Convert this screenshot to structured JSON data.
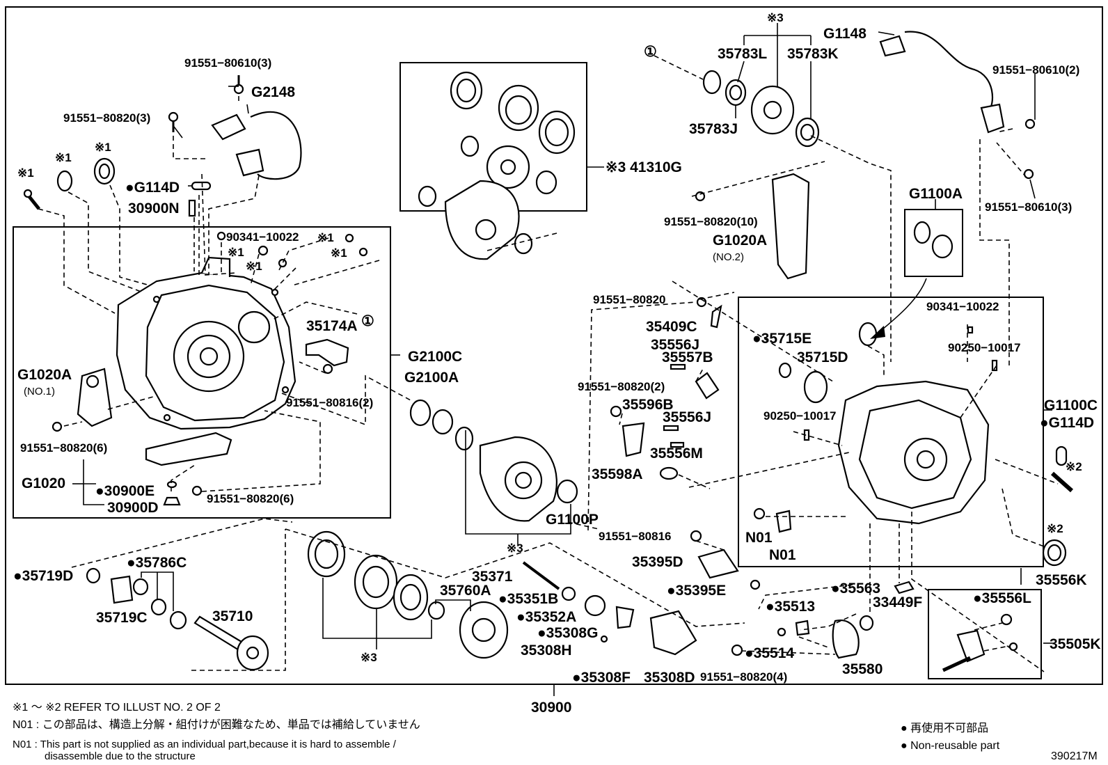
{
  "labels": {
    "l_91551_80610_3_top": "91551−80610(3)",
    "l_g2148": "G2148",
    "l_91551_80820_3": "91551−80820(3)",
    "l_x1_a": "※1",
    "l_x1_b": "※1",
    "l_x1_c": "※1",
    "l_g114d_top": "●G114D",
    "l_30900n": "30900N",
    "l_90341_10022_left": "90341−10022",
    "l_x1_d": "※1",
    "l_x1_e": "※1",
    "l_x1_f": "※1",
    "l_x1_g": "※1",
    "l_circle1_left": "①",
    "l_35174a": "35174A",
    "l_g2100c": "G2100C",
    "l_g1020a_no1": "G1020A",
    "l_no1": "(NO.1)",
    "l_91551_80816_2": "91551−80816(2)",
    "l_91551_80820_6_a": "91551−80820(6)",
    "l_g1020": "G1020",
    "l_30900e": "●30900E",
    "l_30900d": "30900D",
    "l_91551_80820_6_b": "91551−80820(6)",
    "l_g2100a": "G2100A",
    "l_g1100p": "G1100P",
    "l_x3_mid": "※3",
    "l_41310g": "※3 41310G",
    "l_circle1_right": "①",
    "l_x3_top": "※3",
    "l_35783l": "35783L",
    "l_35783k": "35783K",
    "l_35783j": "35783J",
    "l_g1148": "G1148",
    "l_91551_80610_2": "91551−80610(2)",
    "l_91551_80610_3_right": "91551−80610(3)",
    "l_91551_80820_10": "91551−80820(10)",
    "l_g1020a_no2": "G1020A",
    "l_no2": "(NO.2)",
    "l_g1100a": "G1100A",
    "l_91551_80820_mid": "91551−80820",
    "l_35409c": "35409C",
    "l_35556j_a": "35556J",
    "l_35557b": "35557B",
    "l_91551_80820_2": "91551−80820(2)",
    "l_35596b": "35596B",
    "l_35556j_b": "35556J",
    "l_35556m": "35556M",
    "l_35598a": "35598A",
    "l_90341_10022_right": "90341−10022",
    "l_35715e": "●35715E",
    "l_35715d": "35715D",
    "l_90250_10017_a": "90250−10017",
    "l_90250_10017_b": "90250−10017",
    "l_g1100c": "G1100C",
    "l_g114d_right": "●G114D",
    "l_x2_a": "※2",
    "l_n01_a": "N01",
    "l_n01_b": "N01",
    "l_x2_b": "※2",
    "l_35556k": "35556K",
    "l_91551_80816": "91551−80816",
    "l_35395d": "35395D",
    "l_35395e": "●35395E",
    "l_35563": "●35563",
    "l_33449f": "33449F",
    "l_35556l": "●35556L",
    "l_35505k": "35505K",
    "l_35513": "●35513",
    "l_35514": "●35514",
    "l_35580": "35580",
    "l_35719d": "●35719D",
    "l_35786c": "●35786C",
    "l_35719c": "35719C",
    "l_35710": "35710",
    "l_35371": "35371",
    "l_35351b": "●35351B",
    "l_35352a": "●35352A",
    "l_35308g": "●35308G",
    "l_35308h": "35308H",
    "l_35308f": "●35308F",
    "l_35308d": "35308D",
    "l_91551_80820_4": "91551−80820(4)",
    "l_35760a": "35760A",
    "l_x3_bottom": "※3",
    "l_30900": "30900"
  },
  "footer": {
    "refer": "※1 〜 ※2 REFER TO ILLUST NO. 2 OF 2",
    "n01_jp": "N01 : この部品は、構造上分解・組付けが困難なため、単品では補給していません",
    "n01_en1": "N01 : This part is not supplied as an individual part,because it is hard to assemble /",
    "n01_en2": "disassemble due to the structure",
    "legend_jp": "● 再使用不可部品",
    "legend_en": "● Non-reusable part",
    "code": "390217M"
  }
}
